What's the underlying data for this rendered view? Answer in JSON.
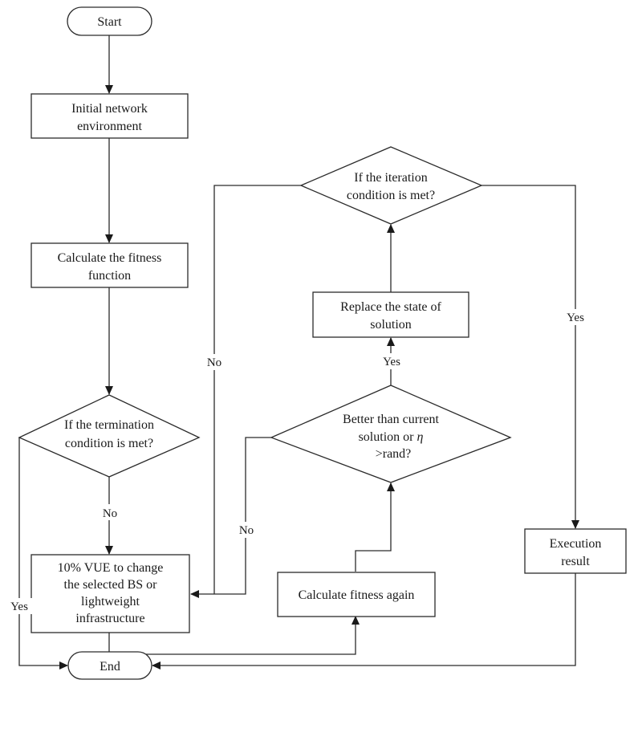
{
  "flowchart": {
    "start": "Start",
    "end": "End",
    "initial": [
      "Initial network",
      "environment"
    ],
    "calc_fitness": [
      "Calculate the fitness",
      "function"
    ],
    "termination": [
      "If the termination",
      "condition is met?"
    ],
    "change_bs": [
      "10% VUE to change",
      "the selected BS or",
      "lightweight",
      "infrastructure"
    ],
    "calc_again": "Calculate fitness again",
    "better": [
      "Better than current",
      "solution or ",
      "η",
      ">rand?"
    ],
    "replace": [
      "Replace the state of",
      "solution"
    ],
    "iteration": [
      "If the iteration",
      "condition is met?"
    ],
    "execution": [
      "Execution",
      "result"
    ],
    "labels": {
      "no_termination": "No",
      "yes_termination": "Yes",
      "yes_better": "Yes",
      "no_better": "No",
      "no_iteration": "No",
      "yes_iteration": "Yes"
    }
  }
}
